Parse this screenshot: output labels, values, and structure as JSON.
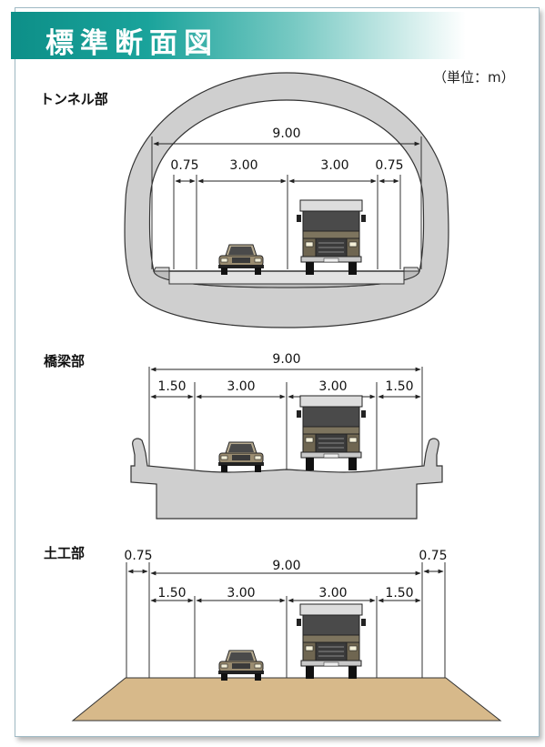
{
  "title": "標準断面図",
  "unit_label": "（単位：m）",
  "sections": {
    "tunnel": {
      "label": "トンネル部",
      "total": "9.00",
      "widths": [
        "0.75",
        "3.00",
        "3.00",
        "0.75"
      ]
    },
    "bridge": {
      "label": "橋梁部",
      "total": "9.00",
      "widths": [
        "1.50",
        "3.00",
        "3.00",
        "1.50"
      ]
    },
    "earthwork": {
      "label": "土工部",
      "total": "9.00",
      "outer_left": "0.75",
      "outer_right": "0.75",
      "widths": [
        "1.50",
        "3.00",
        "3.00",
        "1.50"
      ]
    }
  },
  "colors": {
    "banner": "#0d8f88",
    "concrete": "#cfcfcf",
    "soil": "#d7b98a",
    "line": "#333333"
  },
  "icons": [
    "car-icon",
    "truck-icon"
  ]
}
